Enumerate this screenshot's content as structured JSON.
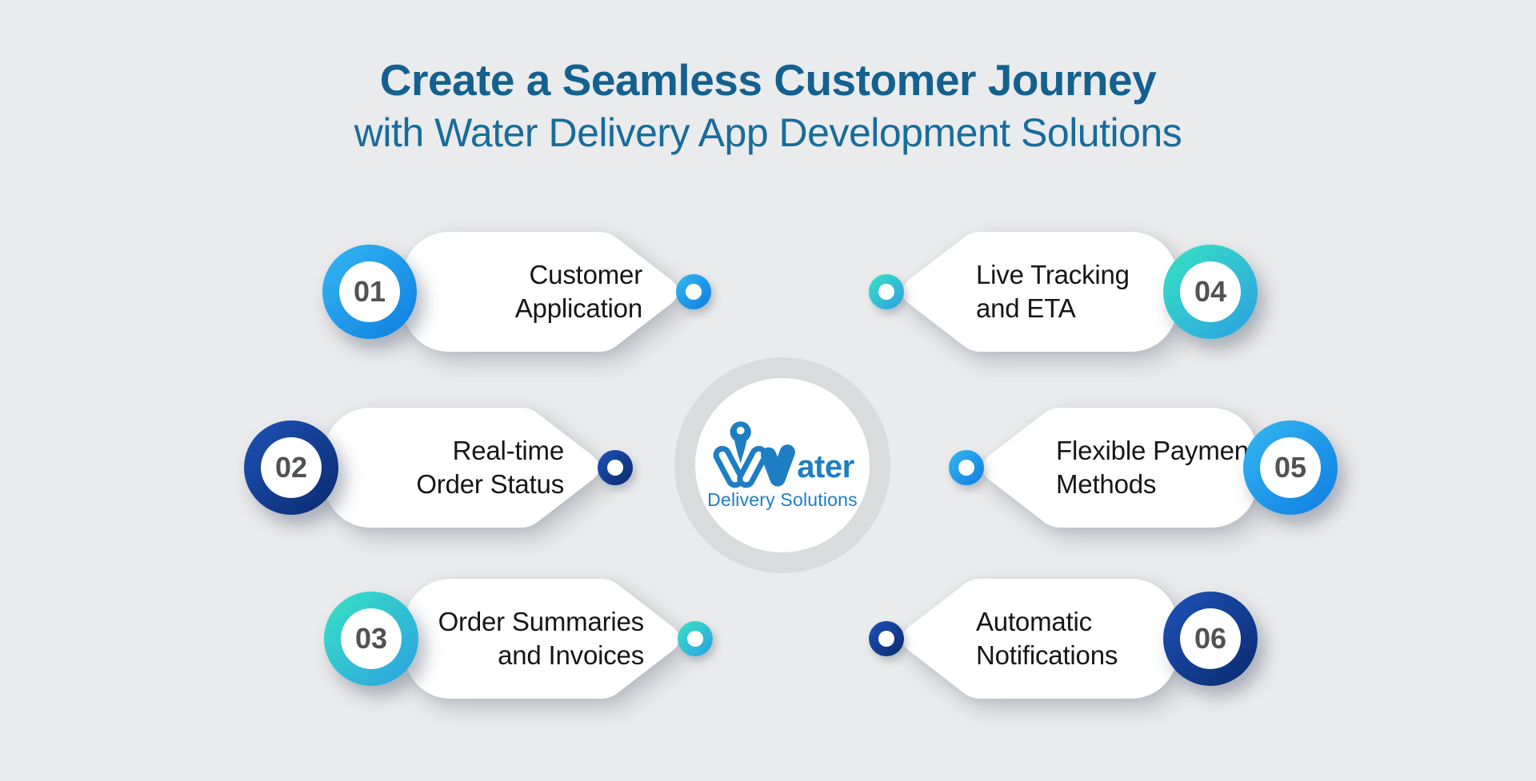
{
  "title": {
    "line1": "Create a Seamless Customer Journey",
    "line2": "with Water Delivery App Development Solutions"
  },
  "center_logo": {
    "wordmark": "Water",
    "wordmark_text_suffix": "ater",
    "tagline": "Delivery Solutions"
  },
  "features": [
    {
      "number": "01",
      "lines": [
        "Customer",
        "Application"
      ],
      "side": "left",
      "theme": "blue"
    },
    {
      "number": "02",
      "lines": [
        "Real-time",
        "Order Status"
      ],
      "side": "left",
      "theme": "navy"
    },
    {
      "number": "03",
      "lines": [
        "Order Summaries",
        "and Invoices"
      ],
      "side": "left",
      "theme": "teal"
    },
    {
      "number": "04",
      "lines": [
        "Live Tracking",
        "and ETA"
      ],
      "side": "right",
      "theme": "teal"
    },
    {
      "number": "05",
      "lines": [
        "Flexible Payment",
        "Methods"
      ],
      "side": "right",
      "theme": "blue"
    },
    {
      "number": "06",
      "lines": [
        "Automatic",
        "Notifications"
      ],
      "side": "right",
      "theme": "navy"
    }
  ],
  "colors": {
    "background": "#eaebec",
    "title_bold": "#14618f",
    "title_light": "#186c9c",
    "card_background": "#ffffff",
    "card_text": "#161616",
    "number_text": "#515254",
    "logo_blue": "#1e7ec3",
    "center_ring_gray": "#d9dbdd",
    "gradient_blue": [
      "#35b7f2",
      "#0e7de0"
    ],
    "gradient_navy": [
      "#1e52b8",
      "#0a2a6e"
    ],
    "gradient_teal": [
      "#38e3c3",
      "#2b9fe2"
    ]
  }
}
